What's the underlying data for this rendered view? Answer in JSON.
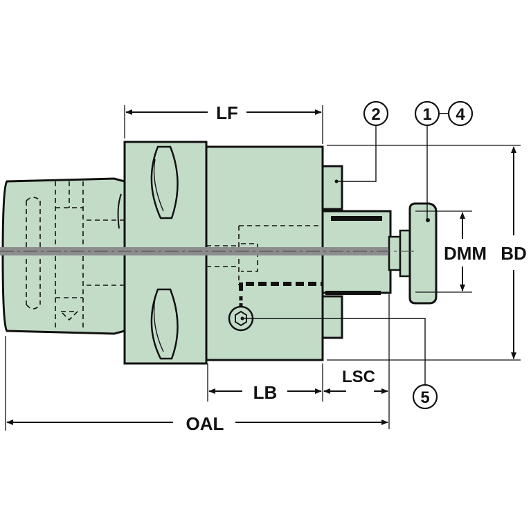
{
  "colors": {
    "body_fill": "#c3dcc8",
    "outline": "#111111",
    "centerline": "#8c8c8c",
    "background": "#ffffff"
  },
  "dimensions": {
    "lf": "LF",
    "lb": "LB",
    "lsc": "LSC",
    "oal": "OAL",
    "dmm": "DMM",
    "bd": "BD"
  },
  "callouts": {
    "c1": "1",
    "c2": "2",
    "c4": "4",
    "c5": "5"
  }
}
